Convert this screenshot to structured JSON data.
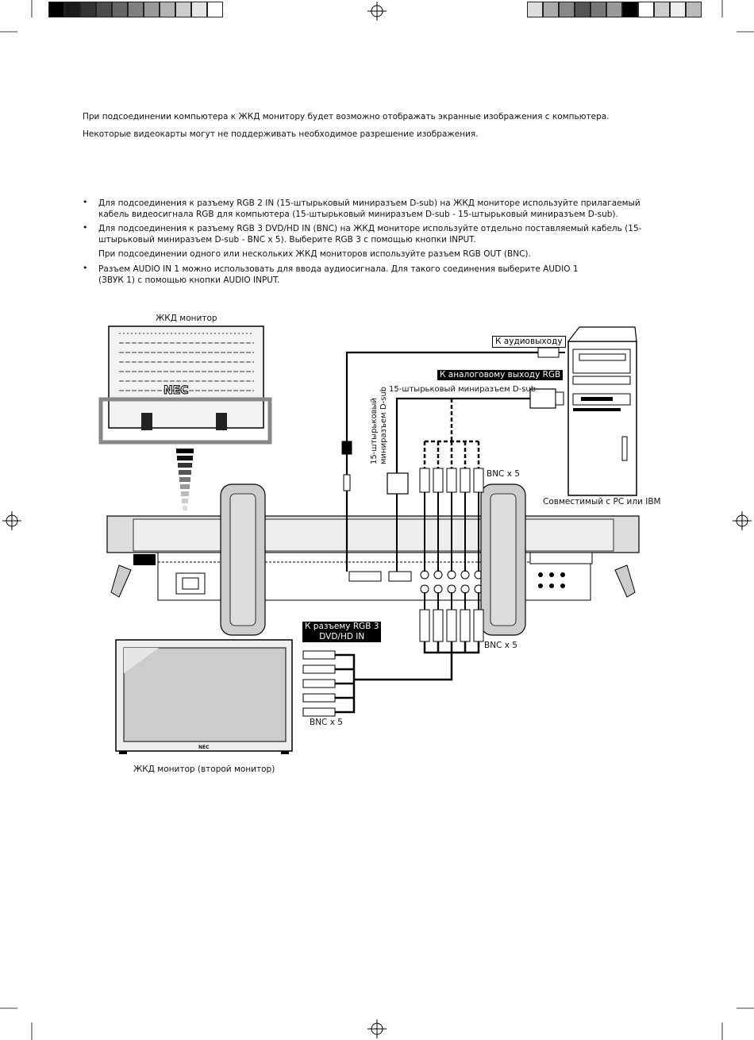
{
  "intro": {
    "line1": "При подсоединении компьютера к ЖКД монитору будет возможно отображать экранные изображения с компьютера.",
    "line2": "Некоторые видеокарты могут не поддерживать необходимое разрешение изображения."
  },
  "bullets": [
    {
      "lines": [
        "Для подсоединения к разъему RGB 2 IN (15-штырьковый миниразъем D-sub) на ЖКД мониторе используйте прилагаемый",
        "кабель видеосигнала RGB для компьютера (15-штырьковый миниразъем D-sub - 15-штырьковый миниразъем D-sub)."
      ]
    },
    {
      "lines": [
        "Для подсоединения к разъему RGB 3 DVD/HD IN (BNC) на ЖКД мониторе используйте отдельно поставляемый кабель (15-",
        "штырьковый миниразъем D-sub - BNC x 5). Выберите RGB 3 с помощью кнопки INPUT.",
        "При подсоединении одного или нескольких ЖКД мониторов используйте разъем RGB OUT (BNC)."
      ]
    },
    {
      "lines": [
        "Разъем AUDIO IN 1 можно использовать для ввода аудиосигнала. Для такого соединения выберите AUDIO 1",
        "(ЗВУК 1) с помощью кнопки AUDIO INPUT."
      ]
    }
  ],
  "diagram": {
    "monitor_label": "ЖКД монитор",
    "monitor_logo": "NEC",
    "audio_out_label": "К аудиовыходу",
    "rgb_out_label": "К аналоговому выходу RGB",
    "dsub_label": "15-штырьковый миниразъем D-sub",
    "dsub_vertical_line1": "15-штырьковый",
    "dsub_vertical_line2": "миниразъем D-sub",
    "bnc_top_label": "BNC x 5",
    "pc_label": "Совместимый с PC или IBM",
    "rgb3_label_line1": "К разъему RGB 3",
    "rgb3_label_line2": "DVD/HD IN",
    "bnc_mid_label": "BNC x 5",
    "bnc_bottom_label": "BNC x 5",
    "second_monitor_label": "ЖКД монитор (второй монитор)",
    "second_monitor_logo": "NEC"
  }
}
